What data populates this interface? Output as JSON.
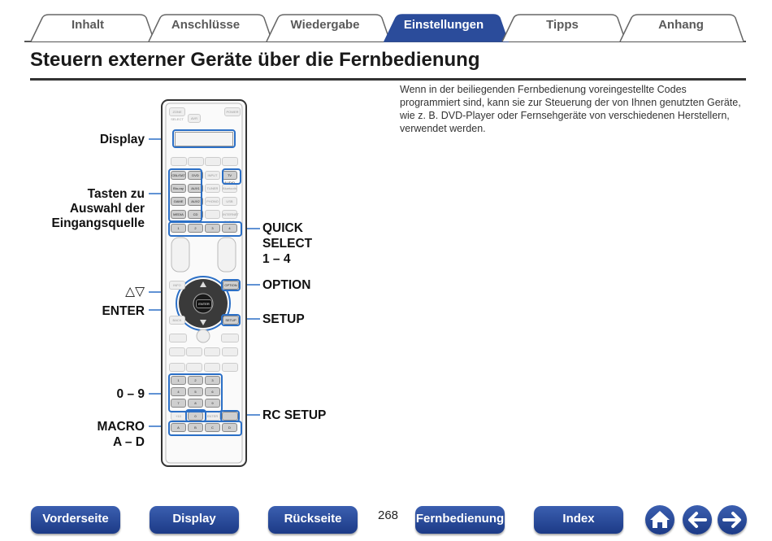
{
  "tabs": [
    {
      "label": "Inhalt",
      "active": false
    },
    {
      "label": "Anschlüsse",
      "active": false
    },
    {
      "label": "Wiedergabe",
      "active": false
    },
    {
      "label": "Einstellungen",
      "active": true
    },
    {
      "label": "Tipps",
      "active": false
    },
    {
      "label": "Anhang",
      "active": false
    }
  ],
  "page_title": "Steuern externer Geräte über die Fernbedienung",
  "intro": "Wenn in der beiliegenden Fernbedienung voreingestellte Codes programmiert sind, kann sie zur Steuerung der von Ihnen genutzten Geräte, wie z. B. DVD-Player oder Fernsehgeräte von verschiedenen Herstellern, verwendet werden.",
  "callouts": {
    "display": "Display",
    "source_1": "Tasten zu",
    "source_2": "Auswahl der",
    "source_3": "Eingangsquelle",
    "updown": "△▽",
    "enter": "ENTER",
    "digits": "0 – 9",
    "macro_1": "MACRO",
    "macro_2": "A – D",
    "quick_1": "QUICK",
    "quick_2": "SELECT",
    "quick_3": "1 – 4",
    "option": "OPTION",
    "setup": "SETUP",
    "rc_setup": "RC SETUP"
  },
  "remote": {
    "top": {
      "zone": "ZONE SELECT",
      "avr": "AVR",
      "power": "POWER"
    },
    "sources": [
      "CBL/SAT",
      "DVD",
      "INPUT",
      "TV AUDIO",
      "Blu-ray",
      "AUX1",
      "TUNER",
      "Bluetooth",
      "GAME",
      "AUX2",
      "PHONO",
      "USB",
      "MEDIA PLAYER",
      "CD",
      "",
      "INTERNET RADIO"
    ],
    "quick": [
      "1",
      "2",
      "3",
      "4"
    ],
    "nav": {
      "option": "OPTION",
      "enter": "ENTER",
      "setup": "SETUP",
      "info": "INFO",
      "back": "BACK"
    },
    "digits": [
      "1",
      "2",
      "3",
      "4",
      "5",
      "6",
      "7",
      "8",
      "9",
      "+10",
      "0",
      "ENTER"
    ],
    "rc_setup": "RC SETUP",
    "macro": [
      "A",
      "B",
      "C",
      "D"
    ]
  },
  "page_number": "268",
  "bottom_nav": {
    "front": "Vorderseite",
    "display": "Display",
    "back": "Rückseite",
    "remote": "Fernbedienung",
    "index": "Index"
  },
  "icons": {
    "home": "home-icon",
    "prev": "arrow-left-icon",
    "next": "arrow-right-icon"
  },
  "colors": {
    "accent": "#2b4c9b",
    "highlight": "#2b6fc6",
    "active_tab": "#2b4c9b"
  }
}
